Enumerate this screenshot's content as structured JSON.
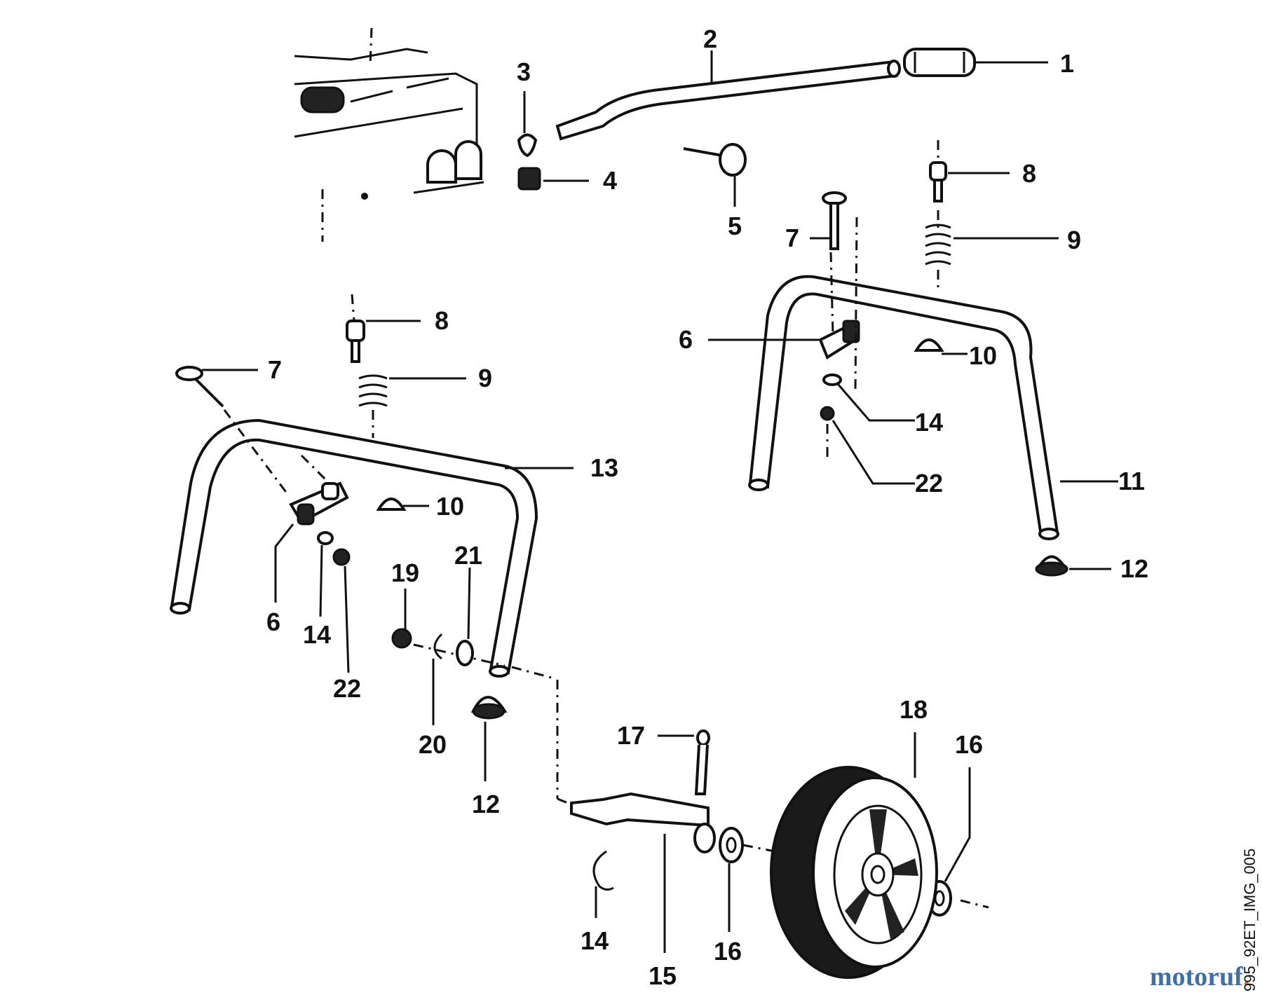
{
  "callouts": {
    "c1": "1",
    "c2": "2",
    "c3": "3",
    "c4": "4",
    "c5": "5",
    "c6a": "6",
    "c6b": "6",
    "c7a": "7",
    "c7b": "7",
    "c8a": "8",
    "c8b": "8",
    "c9a": "9",
    "c9b": "9",
    "c10a": "10",
    "c10b": "10",
    "c11": "11",
    "c12a": "12",
    "c12b": "12",
    "c13": "13",
    "c14a": "14",
    "c14b": "14",
    "c14c": "14",
    "c15": "15",
    "c16a": "16",
    "c16b": "16",
    "c17": "17",
    "c18": "18",
    "c19": "19",
    "c20": "20",
    "c21": "21",
    "c22a": "22",
    "c22b": "22"
  },
  "watermark": {
    "brand": "motoruf",
    "suffix": "."
  },
  "image_id": "995_92ET_IMG_005",
  "colors": {
    "brand": "#3f6fa8",
    "accent": "#e07a1f",
    "ink": "#111111"
  }
}
